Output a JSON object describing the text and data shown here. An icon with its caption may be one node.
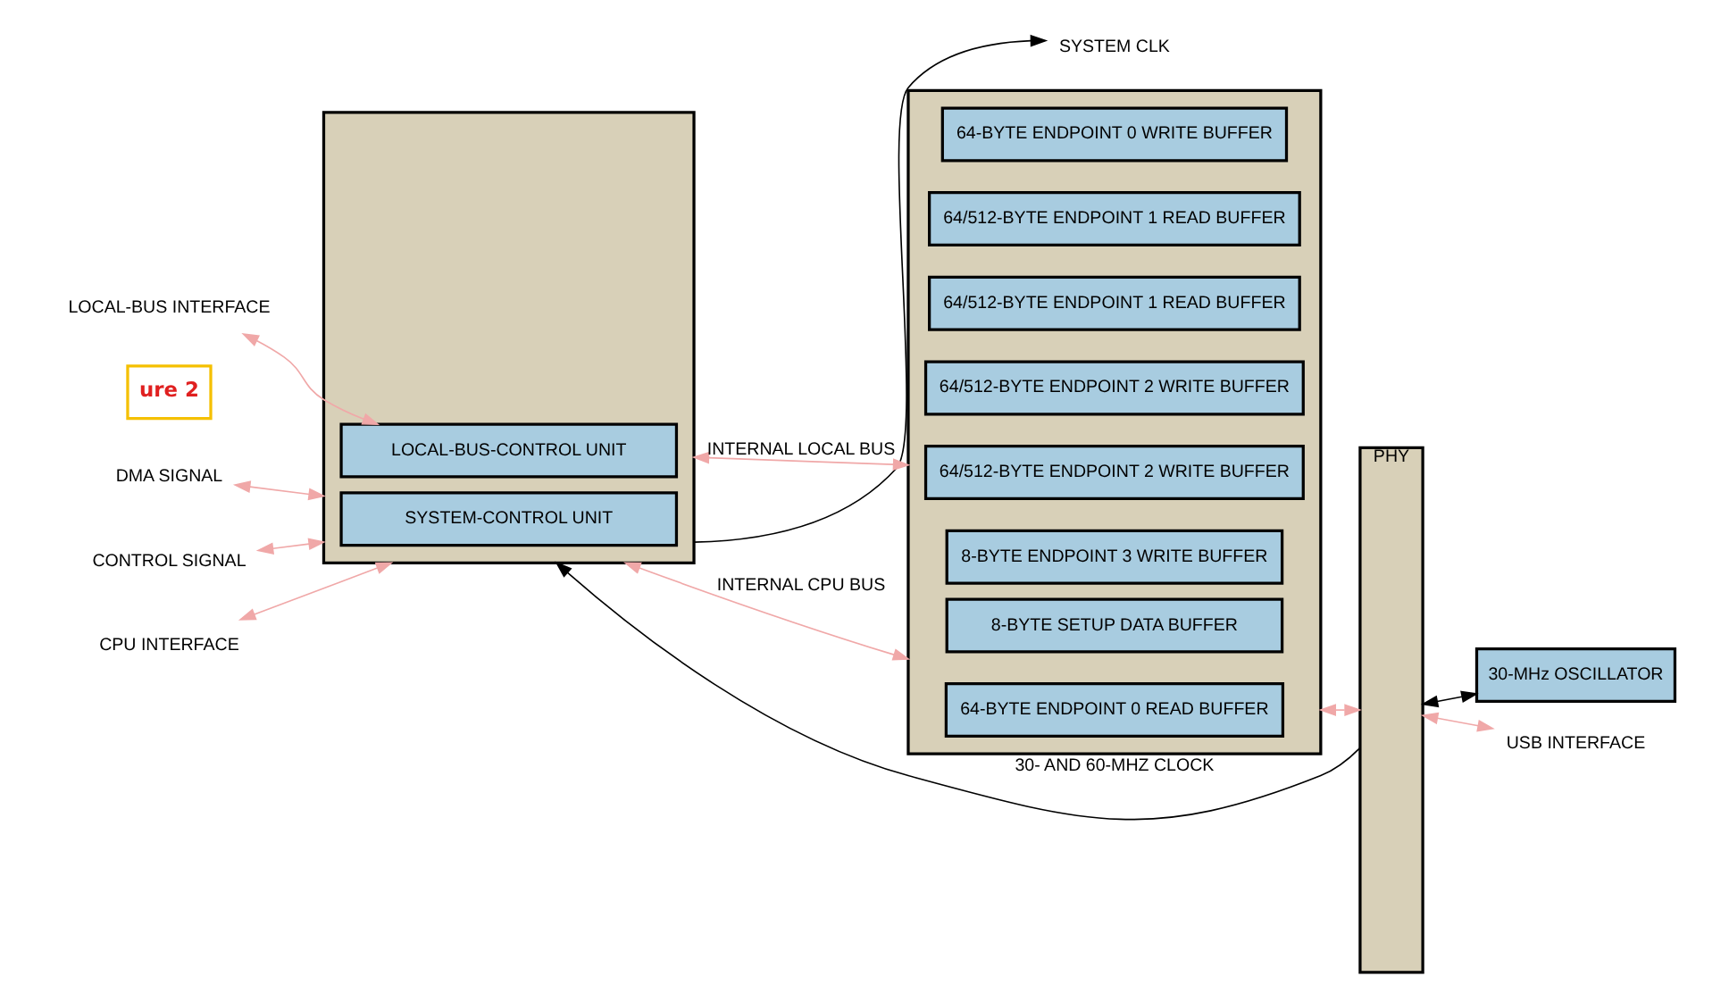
{
  "diagram": {
    "nodes": [
      {
        "text": [],
        "shape": "box"
      },
      {
        "text": [
          "SYSTEM-CONTROL UNIT"
        ],
        "in": 0
      },
      {
        "text": [
          "LOCAL-BUS-CONTROL UNIT"
        ],
        "in": 0
      },
      {
        "text": [],
        "shape": "box"
      },
      {
        "text": [
          "8-BYTE SETUP DATA BUFFER"
        ],
        "in": 3
      },
      {
        "text": [
          "64-BYTE ENDPOINT 0 READ BUFFER"
        ],
        "in": 3
      },
      {
        "text": [
          "64-BYTE ENDPOINT 0 WRITE BUFFER"
        ],
        "in": 3
      },
      {
        "text": [
          "64/512-BYTE ENDPOINT 1 READ BUFFER"
        ],
        "in": 3
      },
      {
        "text": [
          "64/512-BYTE ENDPOINT 1 READ BUFFER"
        ],
        "in": 3
      },
      {
        "text": [
          "64/512-BYTE ENDPOINT 2 WRITE BUFFER"
        ],
        "in": 3
      },
      {
        "text": [
          "64/512-BYTE ENDPOINT 2 WRITE BUFFER"
        ],
        "in": 3
      },
      {
        "text": [
          "8-BYTE ENDPOINT 3 WRITE BUFFER"
        ],
        "in": 3
      },
      {
        "text": [
          "PHY"
        ]
      },
      {
        "text": [
          "30-MHz OSCILLATOR"
        ]
      },
      {
        "text": [
          "CPU INTERFACE"
        ]
      },
      {
        "text": [
          "CONTROL SIGNAL"
        ]
      },
      {
        "text": [
          "DMA SIGNAL"
        ]
      },
      {
        "text": [
          "LOCAL-BUS INTERFACE"
        ]
      },
      {
        "text": [
          "USB INTERFACE"
        ]
      },
      {
        "text": [
          "SYSTEM CLK"
        ]
      },
      {
        "text": [
          "ure 2"
        ]
      }
    ],
    "edges": [
      {
        "from": 12,
        "to": 0,
        "arrow": "to",
        "label": "30- AND 60-MHZ CLOCK",
        "color": "#000000"
      },
      {
        "from": 0,
        "to": 19,
        "arrow": "to",
        "color": "#000000"
      },
      {
        "from": 12,
        "to": 13,
        "arrow": "both",
        "color": "#000000"
      },
      {
        "from": 14,
        "to": 0,
        "arrow": "both"
      },
      {
        "from": 15,
        "to": 0,
        "arrow": "both"
      },
      {
        "from": 16,
        "to": 0,
        "arrow": "both"
      },
      {
        "from": 0,
        "to": 3,
        "arrow": "both",
        "label": "INTERNAL CPU BUS"
      },
      {
        "from": 0,
        "to": 3,
        "arrow": "both",
        "label": "INTERNAL LOCAL BUS"
      },
      {
        "from": 17,
        "to": 2,
        "arrow": "both"
      },
      {
        "from": 3,
        "to": 12,
        "arrow": "both"
      },
      {
        "from": 12,
        "to": 18,
        "arrow": "both"
      }
    ]
  }
}
